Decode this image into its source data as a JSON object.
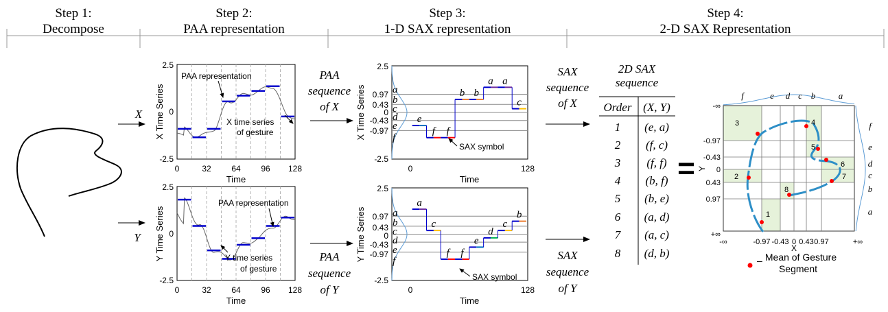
{
  "steps": [
    {
      "title": "Step 1:",
      "subtitle": "Decompose"
    },
    {
      "title": "Step 2:",
      "subtitle": "PAA representation"
    },
    {
      "title": "Step 3:",
      "subtitle": "1-D SAX representation"
    },
    {
      "title": "Step 4:",
      "subtitle": "2-D SAX Representation"
    }
  ],
  "axes": {
    "x_label": "X",
    "y_label": "Y"
  },
  "paa_seq": {
    "line1": "PAA",
    "line2": "sequence",
    "x_line3": "of X",
    "y_line3": "of Y"
  },
  "sax_seq": {
    "line1": "SAX",
    "line2": "sequence",
    "x_line3": "of X",
    "y_line3": "of Y"
  },
  "paa_x": {
    "ylabel": "X Time Series",
    "xlabel": "Time",
    "yticks": [
      "2.5",
      "0",
      "-2.5"
    ],
    "xticks": [
      "0",
      "32",
      "64",
      "96",
      "128"
    ],
    "annotation_paa": "PAA representation",
    "annotation_series_1": "X time series",
    "annotation_series_2": "of gesture",
    "segments": [
      -0.9,
      -1.35,
      -0.9,
      0.55,
      0.85,
      1.1,
      1.35,
      -0.25
    ]
  },
  "paa_y": {
    "ylabel": "Y Time Series",
    "xlabel": "Time",
    "yticks": [
      "2.5",
      "0",
      "-2.5"
    ],
    "xticks": [
      "0",
      "32",
      "64",
      "96",
      "128"
    ],
    "annotation_paa": "PAA representation",
    "annotation_series_1": "Y time series",
    "annotation_series_2": "of gesture",
    "segments": [
      1.8,
      0.4,
      -0.9,
      -1.35,
      -0.6,
      -0.25,
      0.4,
      0.85
    ]
  },
  "sax_x": {
    "ylabel": "X Time Series",
    "xlabel": "Time",
    "yticks": [
      "2.5",
      "-2.5"
    ],
    "xticks": [
      "0",
      "128"
    ],
    "breakpoints": [
      "0.97",
      "0.43",
      "0",
      "-0.43",
      "-0.97"
    ],
    "alphabet": [
      "a",
      "b",
      "c",
      "d",
      "e",
      "f"
    ],
    "symbols": [
      "e",
      "f",
      "f",
      "b",
      "b",
      "a",
      "a",
      "c"
    ],
    "annotation": "SAX symbol"
  },
  "sax_y": {
    "ylabel": "Y Time Series",
    "xlabel": "Time",
    "yticks": [
      "2.5",
      "-2.5"
    ],
    "xticks": [
      "0",
      "128"
    ],
    "breakpoints": [
      "0.97",
      "0.43",
      "0",
      "-0.43",
      "-0.97"
    ],
    "alphabet": [
      "a",
      "b",
      "c",
      "d",
      "e",
      "f"
    ],
    "symbols": [
      "a",
      "c",
      "f",
      "f",
      "e",
      "d",
      "c",
      "b"
    ],
    "annotation": "SAX symbol"
  },
  "table": {
    "title_line1": "2D SAX",
    "title_line2": "sequence",
    "col_order": "Order",
    "col_pair": "(X, Y)",
    "rows": [
      {
        "order": "1",
        "pair": "(e, a)"
      },
      {
        "order": "2",
        "pair": "(f,  c)"
      },
      {
        "order": "3",
        "pair": "(f, f)"
      },
      {
        "order": "4",
        "pair": "(b, f)"
      },
      {
        "order": "5",
        "pair": "(b, e)"
      },
      {
        "order": "6",
        "pair": "(a, d)"
      },
      {
        "order": "7",
        "pair": "(a, c)"
      },
      {
        "order": "8",
        "pair": "(d, b)"
      }
    ]
  },
  "equals_sign": "=",
  "grid2d": {
    "x_letters": [
      "f",
      "e",
      "d",
      "c",
      "b",
      "a"
    ],
    "y_letters": [
      "f",
      "e",
      "d",
      "c",
      "b",
      "a"
    ],
    "x_ticks": [
      "-∞",
      "-0.97",
      "-0.43",
      "0",
      "0.43",
      "0.97",
      "+∞"
    ],
    "y_ticks": [
      "-∞",
      "-0.97",
      "-0.43",
      "0",
      "0.43",
      "0.97",
      "+∞"
    ],
    "cell_numbers": [
      "1",
      "2",
      "3",
      "4",
      "5",
      "6",
      "7",
      "8"
    ],
    "legend_symbol": "–",
    "legend_line1": "Mean of Gesture",
    "legend_line2": "Segment",
    "colors": {
      "highlight": "#e6f2da",
      "curve": "#2e8fc7",
      "marker": "#ff0000",
      "grid": "#777777"
    }
  },
  "colors": {
    "paa": "#0000cc",
    "series": "#666666",
    "guide": "#b5b5b5",
    "gaussian": "#5b9bd5"
  }
}
